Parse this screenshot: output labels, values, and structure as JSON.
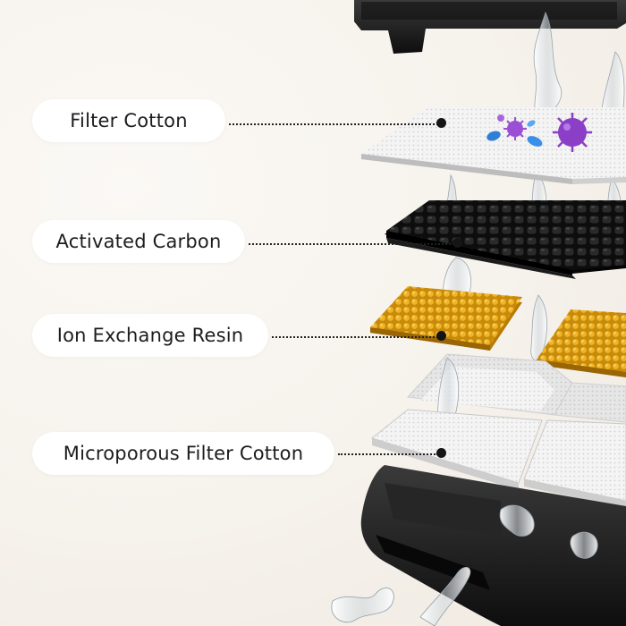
{
  "labels": {
    "filter_cotton": "Filter Cotton",
    "activated_carbon": "Activated Carbon",
    "ion_exchange_resin": "Ion Exchange Resin",
    "microporous_filter_cotton": "Microporous Filter Cotton"
  },
  "colors": {
    "background": "#f6f3ee",
    "pill": "#ffffff",
    "text": "#1c1c1c",
    "leader": "#222222",
    "resin": "#e2a514",
    "carbon": "#141414",
    "germ_purple": "#8b3fc7",
    "germ_blue": "#2f7fd6",
    "housing": "#1a1a1a"
  }
}
